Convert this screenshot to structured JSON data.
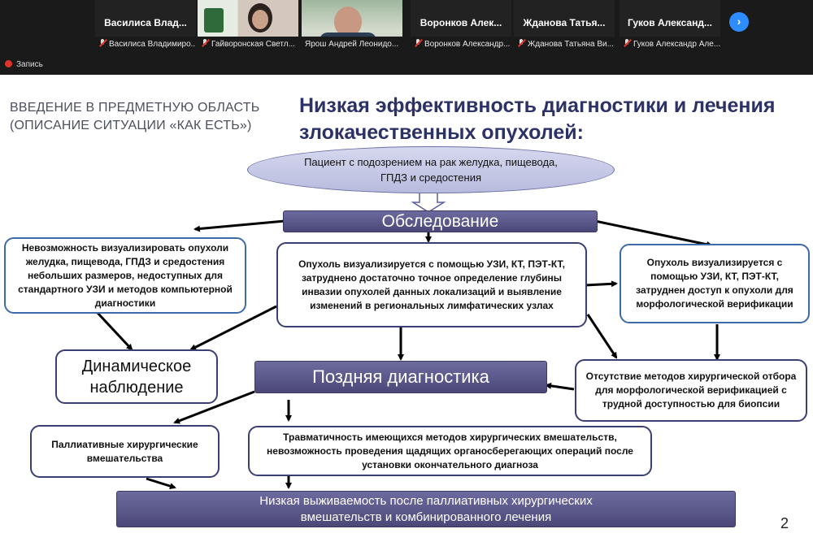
{
  "participants": [
    {
      "tile_name": "Василиса Влад...",
      "full_name": "Василиса Владимиро..."
    },
    {
      "tile_name": "",
      "full_name": "Гайворонская Светл..."
    },
    {
      "tile_name": "",
      "full_name": "Ярош Андрей Леонидо..."
    },
    {
      "tile_name": "Воронков Алек...",
      "full_name": "Воронков Александр..."
    },
    {
      "tile_name": "Жданова Татья...",
      "full_name": "Жданова Татьяна Ви..."
    },
    {
      "tile_name": "Гуков Александ...",
      "full_name": "Гуков Александр Але..."
    }
  ],
  "recording_label": "Запись",
  "next_icon": "›",
  "slide": {
    "subtitle": "Введение в предметную область (описание ситуации «как есть»)",
    "heading": "Низкая эффективность диагностики и лечения злокачественных опухолей:",
    "patient": "Пациент с подозрением на рак желудка, пищевода, ГПДЗ и средостения",
    "exam": "Обследование",
    "left_box": "Невозможность визуализировать опухоли желудка, пищевода, ГПДЗ и средостения небольших размеров, недоступных для стандартного УЗИ и методов компьютерной диагностики",
    "center_box": "Опухоль визуализируется с помощью УЗИ, КТ, ПЭТ-КТ, затруднено достаточно точное определение глубины инвазии опухолей данных локализаций и выявление изменений в региональных лимфатических узлах",
    "right_box": "Опухоль визуализируется с помощью УЗИ, КТ, ПЭТ-КТ, затруднен доступ к опухоли для морфологической верификации",
    "dynamic": "Динамическое наблюдение",
    "late": "Поздняя диагностика",
    "no_methods": "Отсутствие методов хирургической отбора для морфологической верификацией с трудной доступностью для биопсии",
    "palliative": "Паллиативные хирургические вмешательства",
    "trauma": "Травматичность имеющихся методов хирургических вмешательств, невозможность проведения щадящих органосберегающих операций после установки окончательного диагноза",
    "survival": "Низкая выживаемость после паллиативных хирургических вмешательств и комбинированного лечения",
    "slide_number": "2"
  },
  "colors": {
    "bar": "#5a5789",
    "heading": "#2c3266",
    "accent": "#2d8cff",
    "record": "#e0352b"
  }
}
